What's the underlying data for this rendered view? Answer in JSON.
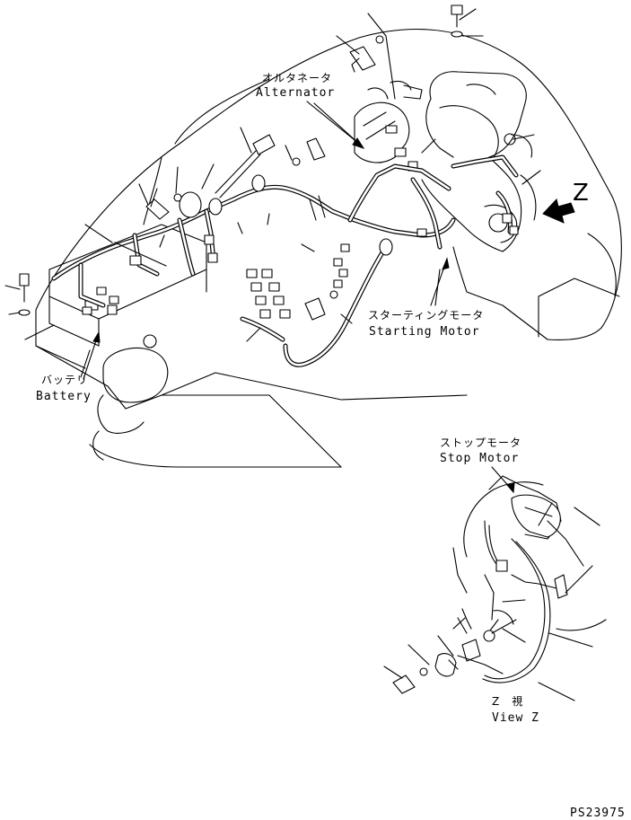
{
  "labels": {
    "alternator_jp": "オルタネータ",
    "alternator_en": "Alternator",
    "starting_motor_jp": "スターティングモータ",
    "starting_motor_en": "Starting Motor",
    "battery_jp": "バッテリ",
    "battery_en": "Battery",
    "stop_motor_jp": "ストップモータ",
    "stop_motor_en": "Stop Motor",
    "view_marker": "Z",
    "view_z_jp": "Z　視",
    "view_z_en": "View Z",
    "drawing_number": "PS23975"
  }
}
